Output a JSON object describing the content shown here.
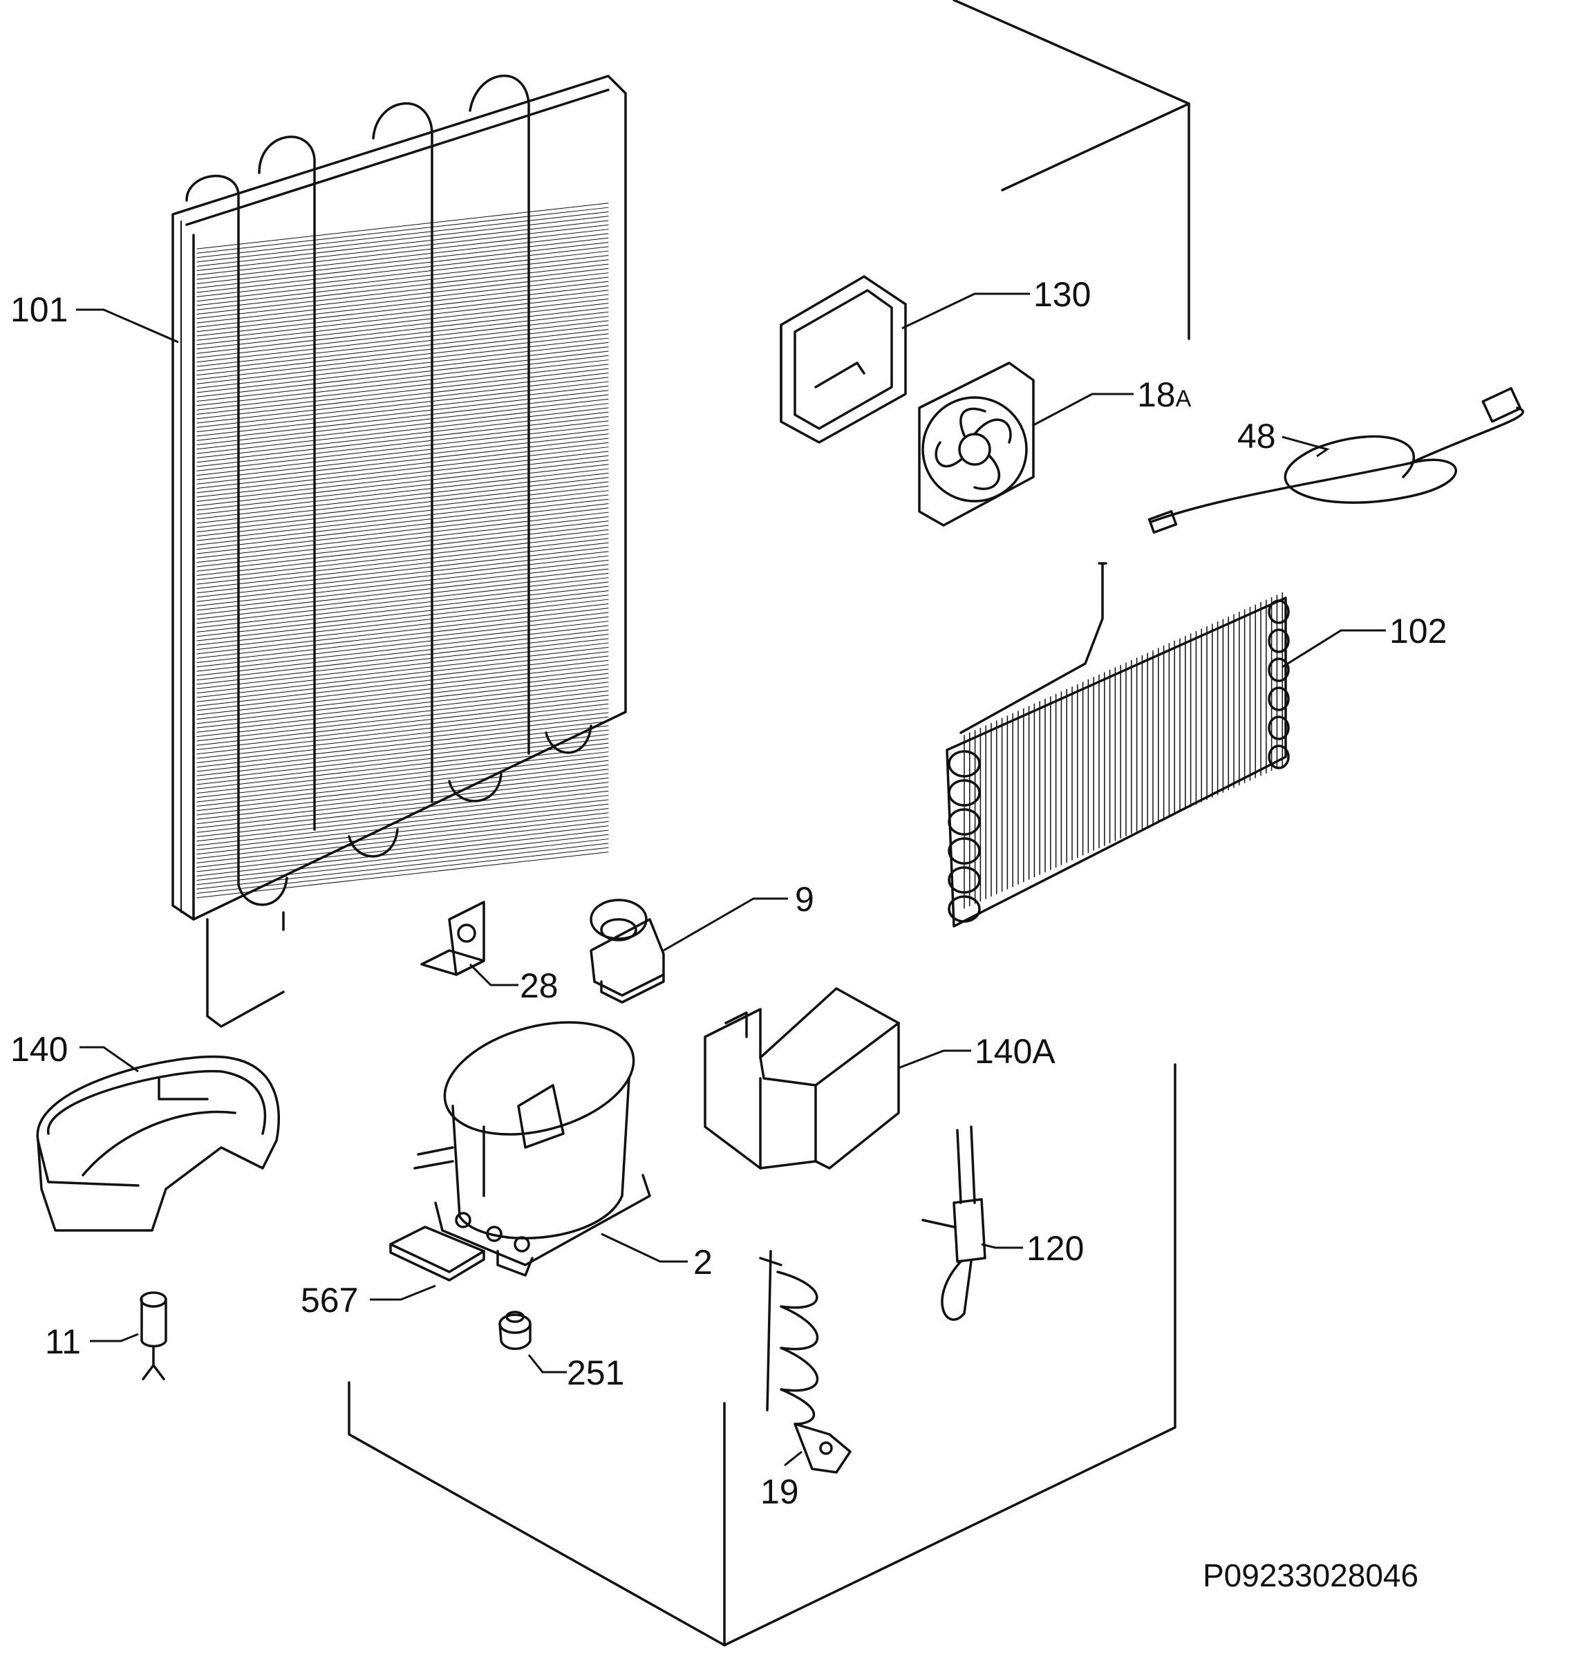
{
  "parts": [
    {
      "id": "p101",
      "label": "101"
    },
    {
      "id": "p130",
      "label": "130"
    },
    {
      "id": "p18a",
      "label": "18",
      "suffix": "A"
    },
    {
      "id": "p48",
      "label": "48"
    },
    {
      "id": "p102",
      "label": "102"
    },
    {
      "id": "p9",
      "label": "9"
    },
    {
      "id": "p28",
      "label": "28"
    },
    {
      "id": "p140",
      "label": "140"
    },
    {
      "id": "p140a",
      "label": "140A"
    },
    {
      "id": "p2",
      "label": "2"
    },
    {
      "id": "p120",
      "label": "120"
    },
    {
      "id": "p567",
      "label": "567"
    },
    {
      "id": "p11",
      "label": "11"
    },
    {
      "id": "p251",
      "label": "251"
    },
    {
      "id": "p19",
      "label": "19"
    }
  ],
  "reference_code": "P09233028046"
}
